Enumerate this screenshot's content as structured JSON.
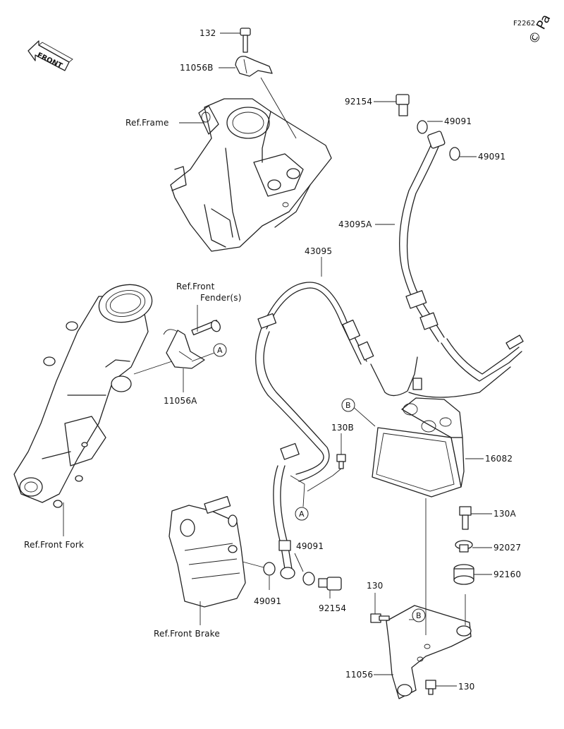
{
  "figure_code": "F2262",
  "watermark": "© Pa",
  "front_badge": "FRONT",
  "parts": {
    "p132_top": "132",
    "p11056B": "11056B",
    "p92154_top": "92154",
    "p49091_a": "49091",
    "p49091_b": "49091",
    "p43095A": "43095A",
    "p43095": "43095",
    "p130B": "130B",
    "p16082": "16082",
    "p130A": "130A",
    "p92027": "92027",
    "p92160": "92160",
    "p11056A": "11056A",
    "p49091_c": "49091",
    "p49091_d": "49091",
    "p92154_bot": "92154",
    "p130_left": "130",
    "p11056": "11056",
    "p130_right": "130"
  },
  "refs": {
    "frame": "Ref.Frame",
    "front_fender_1": "Ref.Front",
    "front_fender_2": "Fender(s)",
    "front_fork": "Ref.Front Fork",
    "front_brake": "Ref.Front Brake"
  },
  "callouts": {
    "a1": "A",
    "a2": "A",
    "b1": "B",
    "b2": "B"
  }
}
